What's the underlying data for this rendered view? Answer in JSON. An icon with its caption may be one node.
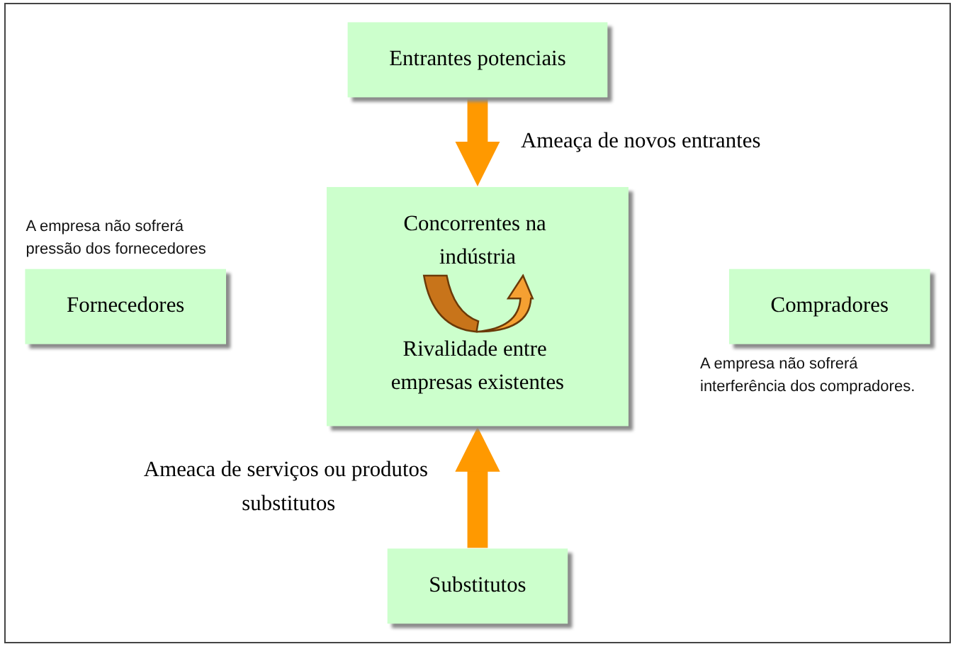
{
  "diagram": {
    "nodes": [
      {
        "text": [
          "Entrantes potenciais"
        ]
      },
      {
        "text": [
          "Fornecedores"
        ],
        "beside": [
          "A empresa não sofrerá pressão dos fornecedores"
        ]
      },
      {
        "text": [
          "Concorrentes na indústria",
          "Rivalidade entre empresas existentes"
        ]
      },
      {
        "text": [
          "Compradores"
        ],
        "beside": [
          "A empresa não sofrerá interferência dos compradores."
        ]
      },
      {
        "text": [
          "Substitutos"
        ]
      }
    ],
    "edges": [
      {
        "from": 0,
        "to": 2,
        "arrow": "to",
        "label": "Ameaça de novos entrantes"
      },
      {
        "from": 4,
        "to": 2,
        "arrow": "to",
        "label": "Ameaca de serviços ou produtos substitutos"
      }
    ]
  }
}
